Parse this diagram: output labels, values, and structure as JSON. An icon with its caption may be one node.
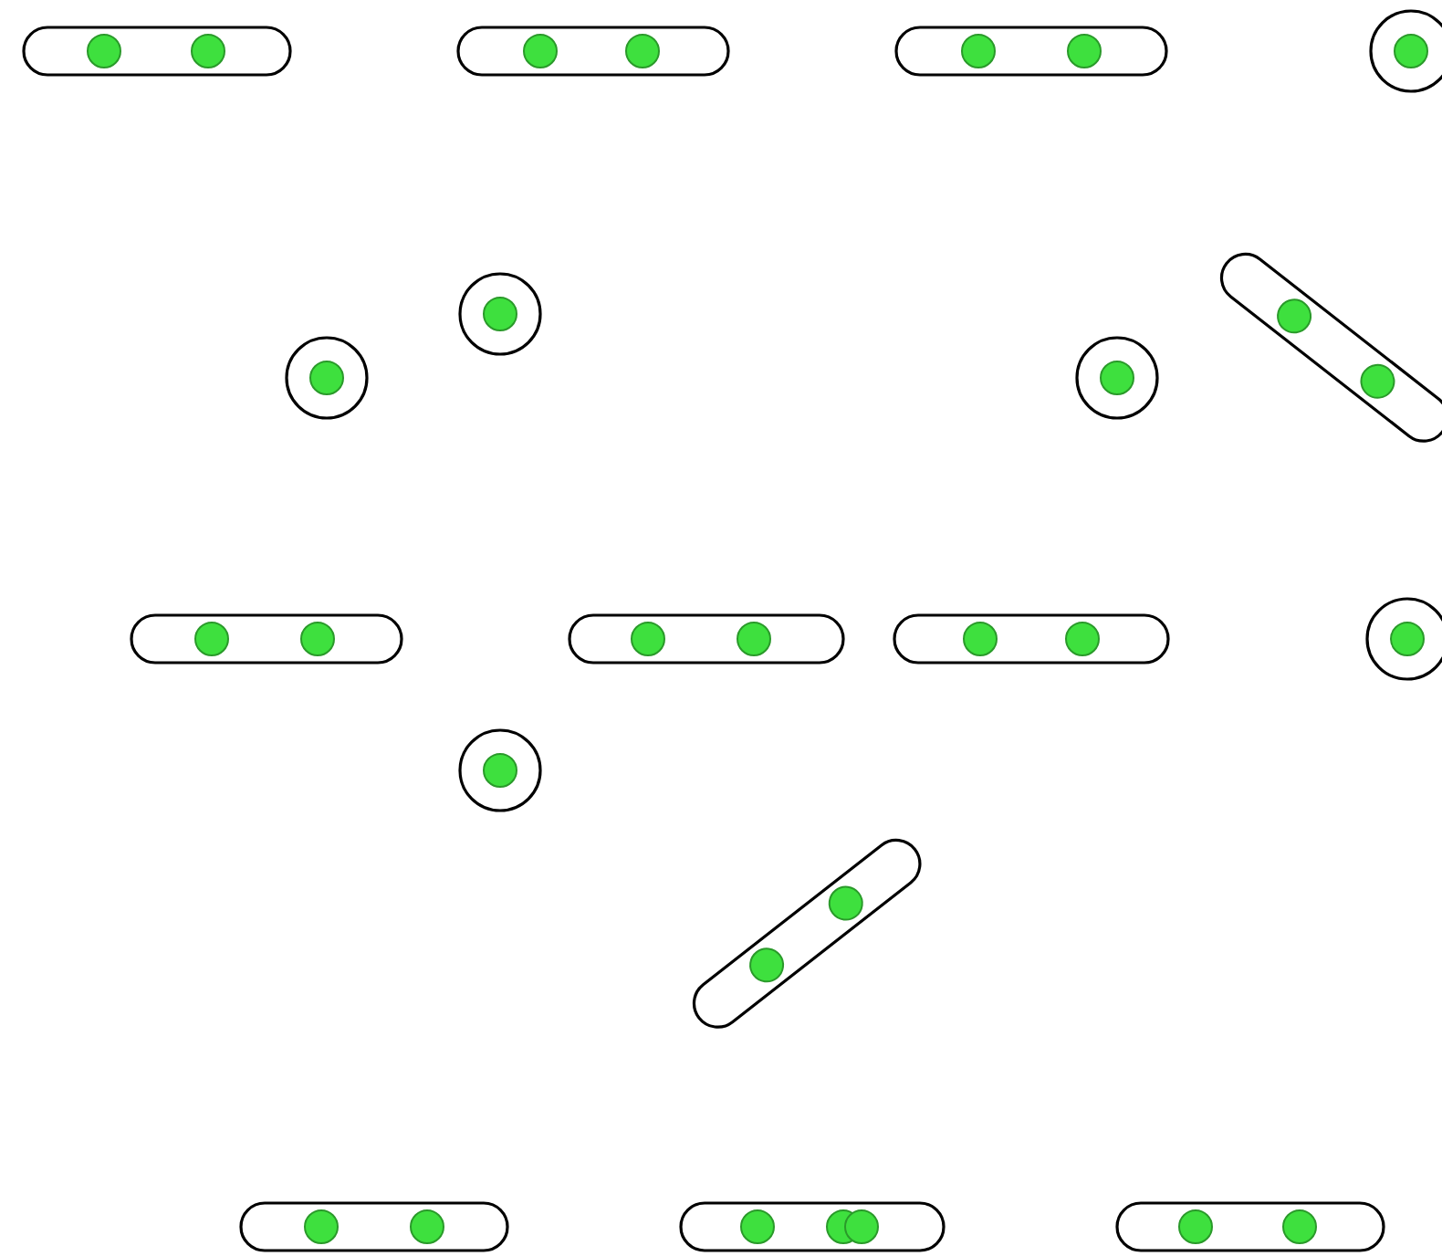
{
  "diagram": {
    "nodes": [
      {
        "text": [],
        "shape": "capsule"
      },
      {
        "text": [],
        "shape": "capsule"
      },
      {
        "text": [],
        "shape": "capsule"
      },
      {
        "text": [],
        "shape": "circle"
      },
      {
        "text": [],
        "shape": "circle"
      },
      {
        "text": [],
        "shape": "circle"
      },
      {
        "text": [],
        "shape": "circle"
      },
      {
        "text": [],
        "shape": "capsule"
      },
      {
        "text": [],
        "shape": "capsule"
      },
      {
        "text": [],
        "shape": "capsule"
      },
      {
        "text": [],
        "shape": "capsule"
      },
      {
        "text": [],
        "shape": "circle"
      },
      {
        "text": [],
        "shape": "circle"
      },
      {
        "text": [],
        "shape": "capsule"
      },
      {
        "text": [],
        "shape": "capsule"
      },
      {
        "text": [],
        "shape": "capsule"
      },
      {
        "text": [],
        "shape": "capsule"
      }
    ]
  }
}
